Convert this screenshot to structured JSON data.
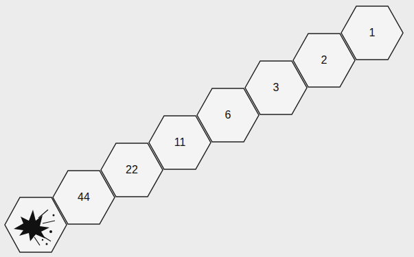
{
  "diagram": {
    "nodes": [
      {
        "text": [
          "1"
        ]
      },
      {
        "text": [
          "2"
        ]
      },
      {
        "text": [
          "3"
        ]
      },
      {
        "text": [
          "6"
        ]
      },
      {
        "text": [
          "11"
        ]
      },
      {
        "text": [
          "22"
        ]
      },
      {
        "text": [
          "44"
        ]
      }
    ]
  }
}
